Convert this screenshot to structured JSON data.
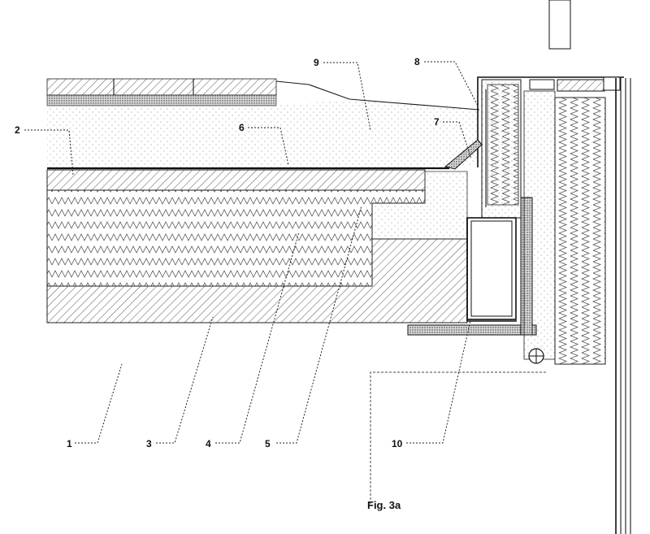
{
  "figure": {
    "caption": "Fig. 3a",
    "labels": {
      "l1": "1",
      "l2": "2",
      "l3": "3",
      "l4": "4",
      "l5": "5",
      "l6": "6",
      "l7": "7",
      "l8": "8",
      "l9": "9",
      "l10": "10"
    }
  }
}
